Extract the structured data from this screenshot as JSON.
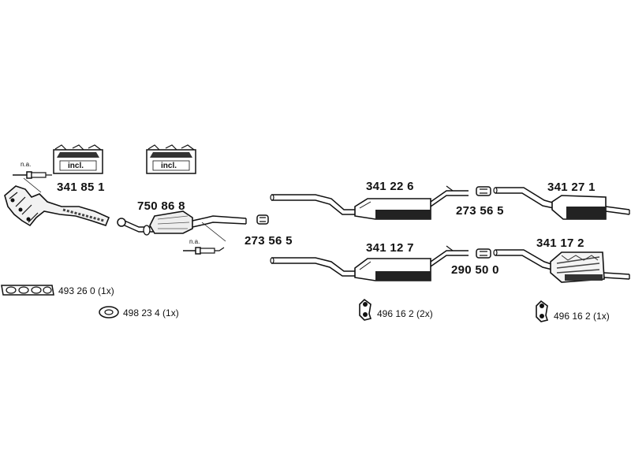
{
  "parts": {
    "manifold": "341 85 1",
    "catalyst": "750 86 8",
    "clamp_left": "273 56 5",
    "middle_upper": "341 22 6",
    "middle_lower": "341 12 7",
    "clamp_upper": "273 56 5",
    "clamp_lower": "290 50 0",
    "rear_upper": "341 27 1",
    "rear_lower": "341 17 2"
  },
  "accessories": {
    "gasket_manifold": "493 26 0 (1x)",
    "gasket_ring": "498 23 4 (1x)",
    "hanger_middle": "496 16 2 (2x)",
    "hanger_rear": "496 16 2 (1x)"
  },
  "notes": {
    "sensor_1": "n.a.",
    "sensor_2": "n.a.",
    "incl_1": "incl.",
    "incl_2": "incl."
  }
}
